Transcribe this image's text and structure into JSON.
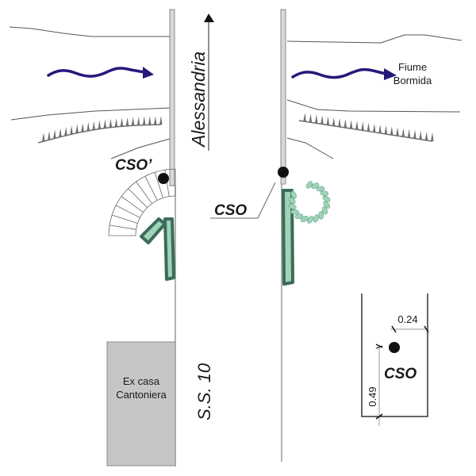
{
  "labels": {
    "direction": "Alessandria",
    "river_line1": "Fiume",
    "river_line2": "Bormida",
    "cso_prime": "CSO’",
    "cso": "CSO",
    "road": "S.S. 10",
    "building_line1": "Ex casa",
    "building_line2": "Cantoniera",
    "detail_cso": "CSO"
  },
  "detail": {
    "horizontal_dim": "0.24",
    "vertical_dim": "0.49"
  },
  "colors": {
    "flow_arrow": "#24197a",
    "vegetation_fill": "#9fd4b8",
    "vegetation_stroke": "#3c6b5a",
    "building_fill": "#c6c6c6",
    "bank_hatch": "#6e6e6e"
  }
}
